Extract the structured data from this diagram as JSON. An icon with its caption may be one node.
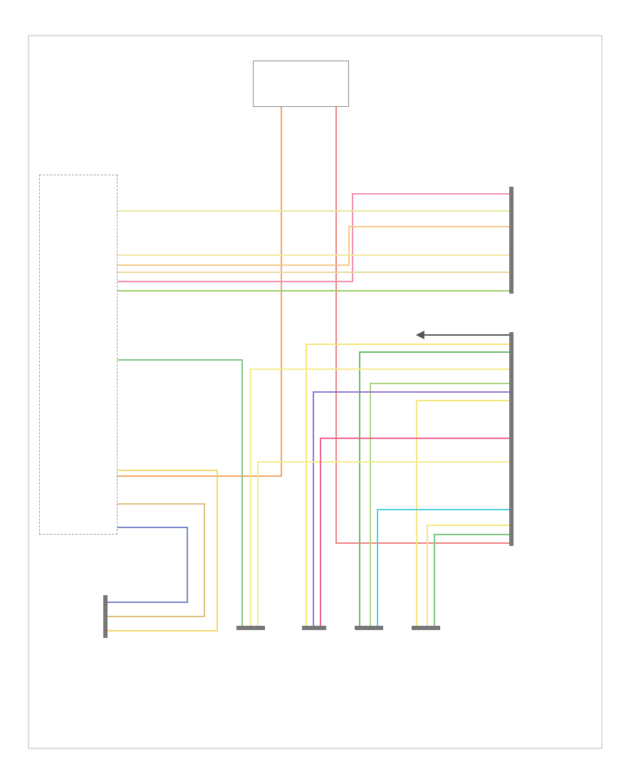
{
  "diagram": {
    "nodes": [
      {
        "text": [],
        "shape": "box"
      },
      {
        "text": [],
        "shape": "box"
      },
      {
        "text": [],
        "shape": "bar"
      },
      {
        "text": [],
        "shape": "bar"
      },
      {
        "text": [],
        "shape": "bar"
      },
      {
        "text": [],
        "shape": "bar"
      },
      {
        "text": [],
        "shape": "bar"
      },
      {
        "text": [],
        "shape": "bar"
      },
      {
        "text": [],
        "shape": "bar"
      }
    ],
    "edges": [
      {
        "from": 0,
        "to": 1,
        "arrow": "none",
        "color": "#f4a460"
      },
      {
        "from": 0,
        "to": 3,
        "arrow": "none",
        "color": "#f08080"
      },
      {
        "from": 1,
        "to": 2,
        "arrow": "none",
        "color": "#f48fb1"
      },
      {
        "from": 1,
        "to": 2,
        "arrow": "none",
        "color": "#e6e69a"
      },
      {
        "from": 1,
        "to": 2,
        "arrow": "none",
        "color": "#f5c98a"
      },
      {
        "from": 1,
        "to": 2,
        "arrow": "none",
        "color": "#f3e9a0"
      },
      {
        "from": 1,
        "to": 2,
        "arrow": "none",
        "color": "#e8d8a0"
      },
      {
        "from": 1,
        "to": 2,
        "arrow": "none",
        "color": "#9ccc65"
      },
      {
        "from": 1,
        "to": 5,
        "arrow": "none",
        "color": "#81c784"
      },
      {
        "from": 1,
        "to": 4,
        "arrow": "none",
        "color": "#f5d76e"
      },
      {
        "from": 1,
        "to": 4,
        "arrow": "none",
        "color": "#e0c080"
      },
      {
        "from": 1,
        "to": 4,
        "arrow": "none",
        "color": "#7986cb"
      },
      {
        "from": 3,
        "to": null,
        "arrow": "to",
        "color": "#555555"
      },
      {
        "from": 3,
        "to": 6,
        "arrow": "none",
        "color": "#f5e67a"
      },
      {
        "from": 3,
        "to": 7,
        "arrow": "none",
        "color": "#66bb6a"
      },
      {
        "from": 3,
        "to": 5,
        "arrow": "none",
        "color": "#f5ec8a"
      },
      {
        "from": 3,
        "to": 7,
        "arrow": "none",
        "color": "#aed581"
      },
      {
        "from": 3,
        "to": 6,
        "arrow": "none",
        "color": "#9575cd"
      },
      {
        "from": 3,
        "to": 8,
        "arrow": "none",
        "color": "#f5e67a"
      },
      {
        "from": 3,
        "to": 5,
        "arrow": "none",
        "color": "#f5ec8a"
      },
      {
        "from": 3,
        "to": 6,
        "arrow": "none",
        "color": "#f06292"
      },
      {
        "from": 3,
        "to": 7,
        "arrow": "none",
        "color": "#4dd0e1"
      },
      {
        "from": 3,
        "to": 8,
        "arrow": "none",
        "color": "#f5e67a"
      },
      {
        "from": 3,
        "to": 8,
        "arrow": "none",
        "color": "#81c784"
      }
    ]
  }
}
